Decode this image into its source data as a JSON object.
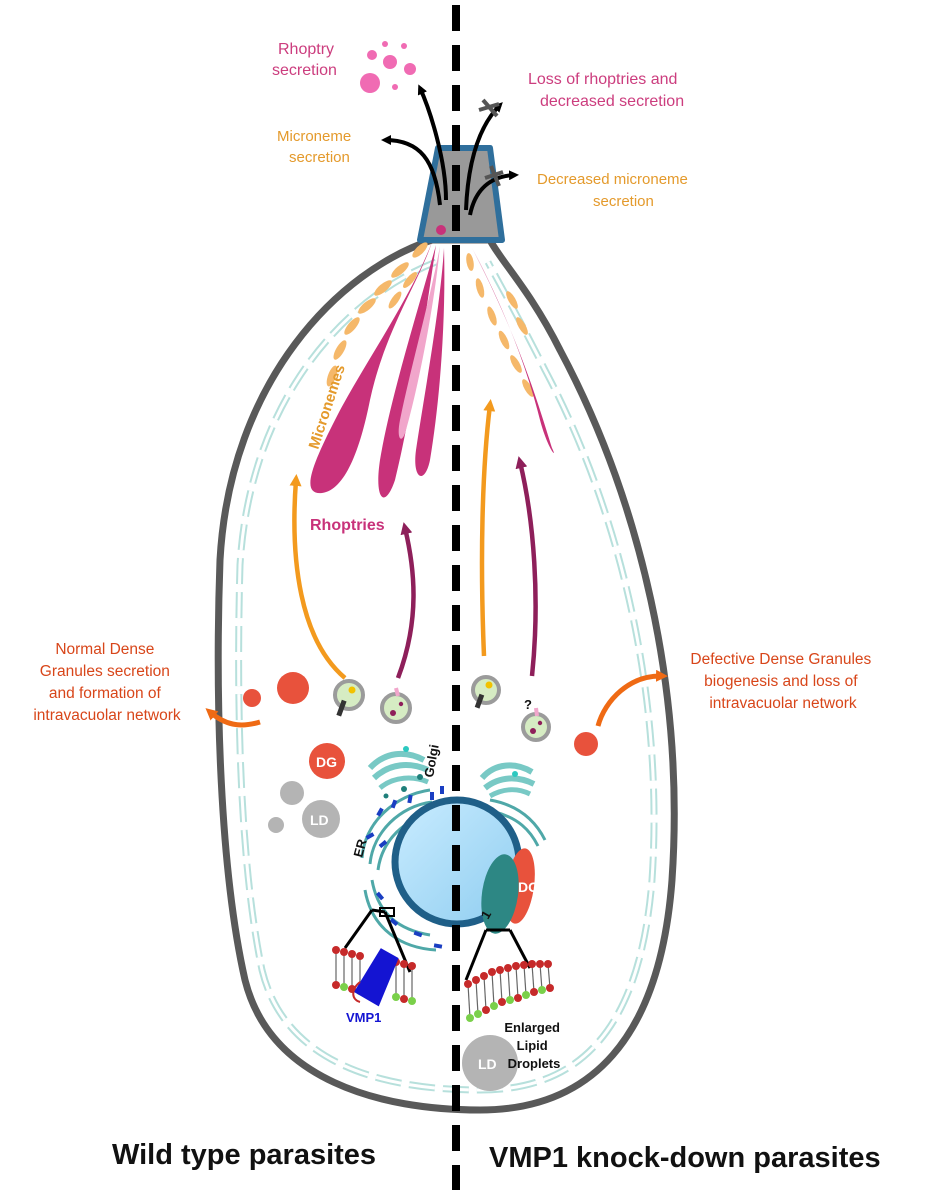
{
  "labels": {
    "rhoptry_secretion": [
      "Rhoptry",
      "secretion"
    ],
    "microneme_secretion": [
      "Microneme",
      "secretion"
    ],
    "loss_rhoptries": [
      "Loss of rhoptries and",
      "decreased secretion"
    ],
    "decreased_microneme": [
      "Decreased microneme",
      "secretion"
    ],
    "micronemes": "Micronemes",
    "rhoptries": "Rhoptries",
    "normal_dg": [
      "Normal Dense",
      "Granules secretion",
      "and formation of",
      "intravacuolar network"
    ],
    "defective_dg": [
      "Defective Dense Granules",
      "biogenesis and loss of",
      "intravacuolar network"
    ],
    "dg": "DG",
    "ld": "LD",
    "golgi": "Golgi",
    "er": "ER",
    "vmp1": "VMP1",
    "question": "?",
    "enlarged_ld": [
      "Enlarged",
      "Lipid",
      "Droplets"
    ]
  },
  "captions": {
    "left": "Wild type parasites",
    "right": "VMP1 knock-down parasites"
  },
  "colors": {
    "rhoptry": "#c8327a",
    "microneme": "#f5a84a",
    "dense_granule": "#e8523c",
    "lipid_droplet": "#b4b4b4",
    "nucleus": "#aedcf5",
    "membrane": "#3a8f8f",
    "arrow_orange": "#f39a1e",
    "arrow_purple": "#8e1f5a",
    "vmp1": "#1414d2"
  }
}
